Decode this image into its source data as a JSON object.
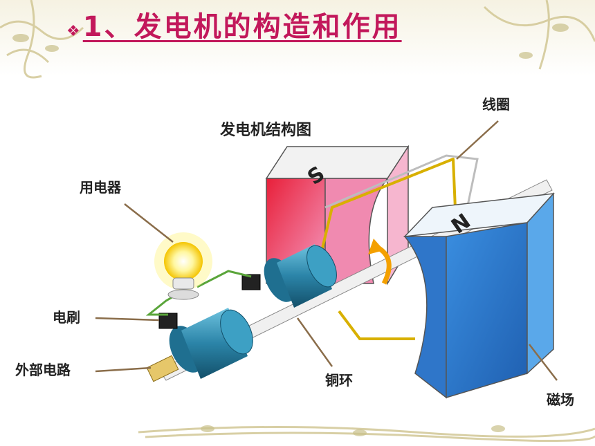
{
  "slide": {
    "bullet": "❖",
    "title": "1、发电机的构造和作用"
  },
  "diagram": {
    "title": "发电机结构图",
    "labels": {
      "coil": "线圈",
      "appliance": "用电器",
      "brush": "电刷",
      "external_circuit": "外部电路",
      "copper_ring": "铜环",
      "magnetic_field": "磁场",
      "pole_s": "S",
      "pole_n": "N"
    }
  },
  "colors": {
    "title": "#c2185b",
    "magnet_s": "#e8203a",
    "magnet_n": "#3a7fd6",
    "ring": "#2b84a8",
    "wire": "#d8b000"
  }
}
